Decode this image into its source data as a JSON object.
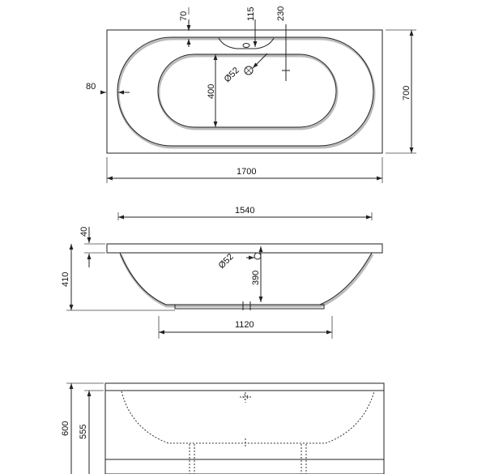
{
  "colors": {
    "line": "#222222",
    "shadow": "#bbbbbb",
    "text": "#111111",
    "background": "#ffffff"
  },
  "top_view": {
    "length": "1700",
    "width": "700",
    "rim_offset_top": "70",
    "rim_offset_side": "80",
    "basin_width": "400",
    "drain_offset": "115",
    "drain_offset_2": "230",
    "drain_diameter": "Ø52"
  },
  "side_view": {
    "top_length": "1540",
    "rim_thickness": "40",
    "total_height": "410",
    "basin_depth": "390",
    "bottom_length": "1120",
    "drain_diameter": "Ø52"
  },
  "end_view": {
    "total_height": "600",
    "leg_height": "555"
  }
}
